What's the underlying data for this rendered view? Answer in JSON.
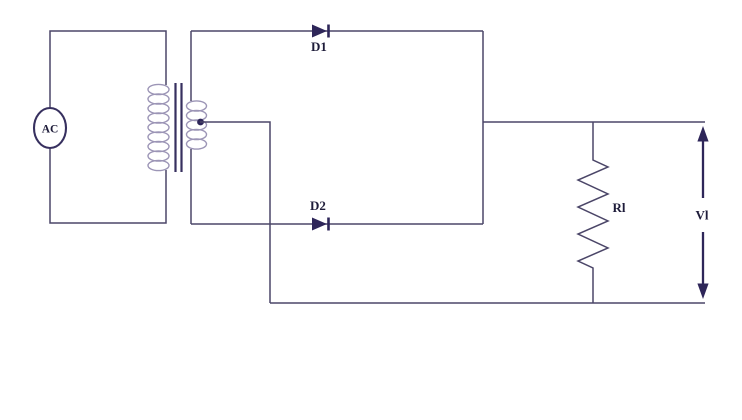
{
  "diagram": {
    "kind": "circuit-schematic",
    "description": "Full-wave rectifier with center-tapped transformer: AC source drives primary; secondary center tap is the return; diodes D1 and D2 feed load resistor Rl; output voltage Vl marked with double arrow",
    "labels": {
      "ac_source": "AC",
      "diode_top": "D1",
      "diode_bottom": "D2",
      "load_resistor": "Rl",
      "output_voltage": "Vl"
    },
    "transformer": {
      "primary_loops": 9,
      "secondary_loops": 5,
      "center_tap": true
    },
    "colors": {
      "background": "#ffffff",
      "wire": "#4b4668",
      "component": "#2e2659",
      "coil": "#9c95b6",
      "core": "#37305f",
      "label_text": "#1e1c3a"
    }
  }
}
